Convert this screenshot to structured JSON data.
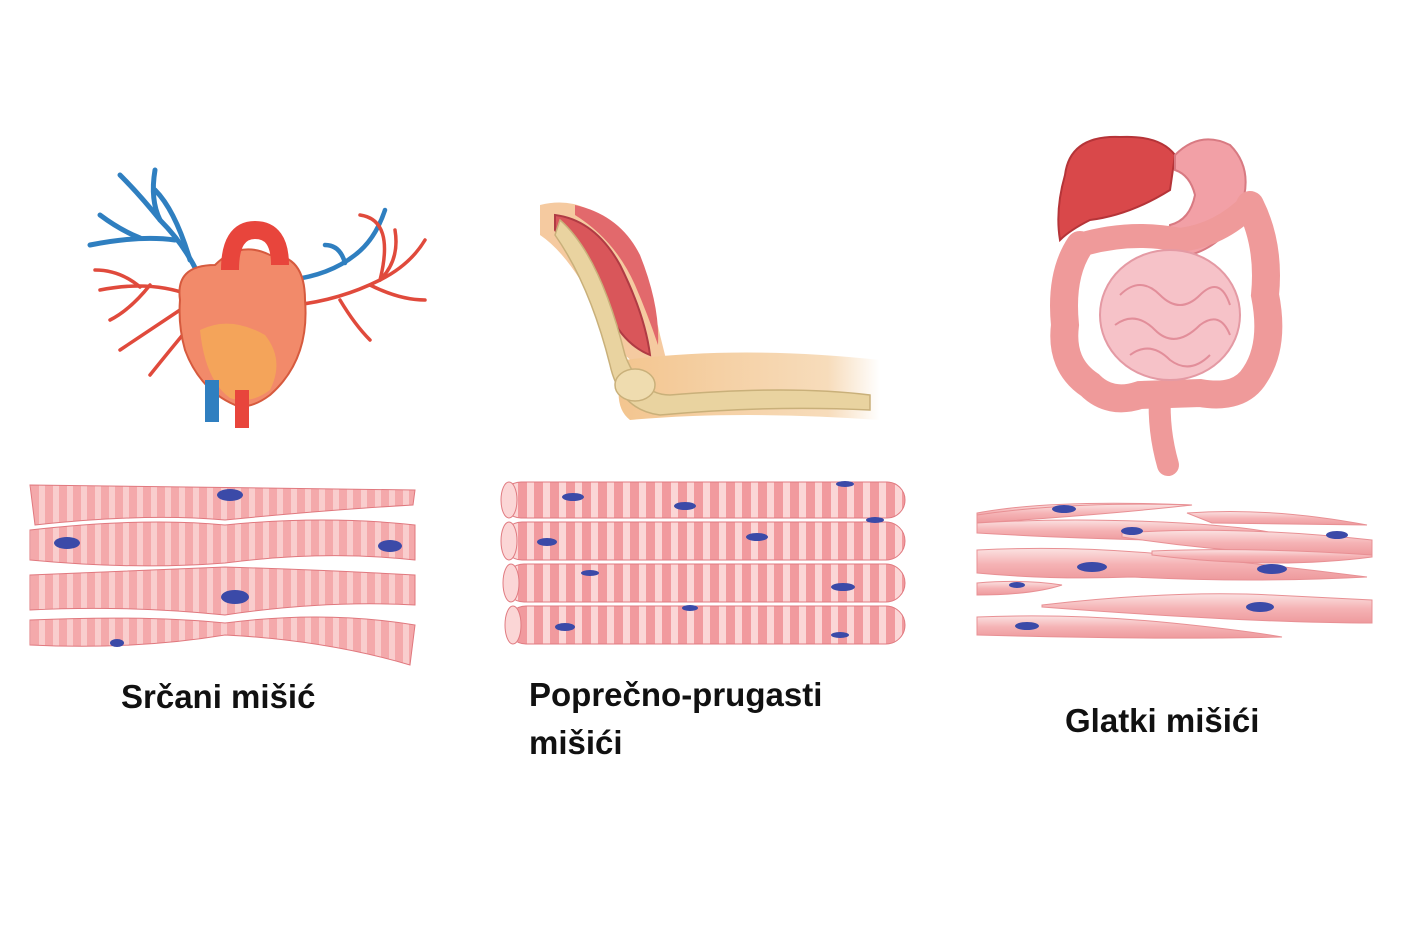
{
  "panels": [
    {
      "label": "Srčani mišić"
    },
    {
      "label_line1": "Poprečno-prugasti",
      "label_line2": "mišići"
    },
    {
      "label": "Glatki mišići"
    }
  ],
  "colors": {
    "muscle_light": "#f6b5b5",
    "muscle_mid": "#ee8c8e",
    "muscle_dark": "#e06a70",
    "nucleus": "#3b4aa8",
    "vein": "#2f7fc0",
    "artery": "#e8453c",
    "bone": "#e9d3a0"
  }
}
